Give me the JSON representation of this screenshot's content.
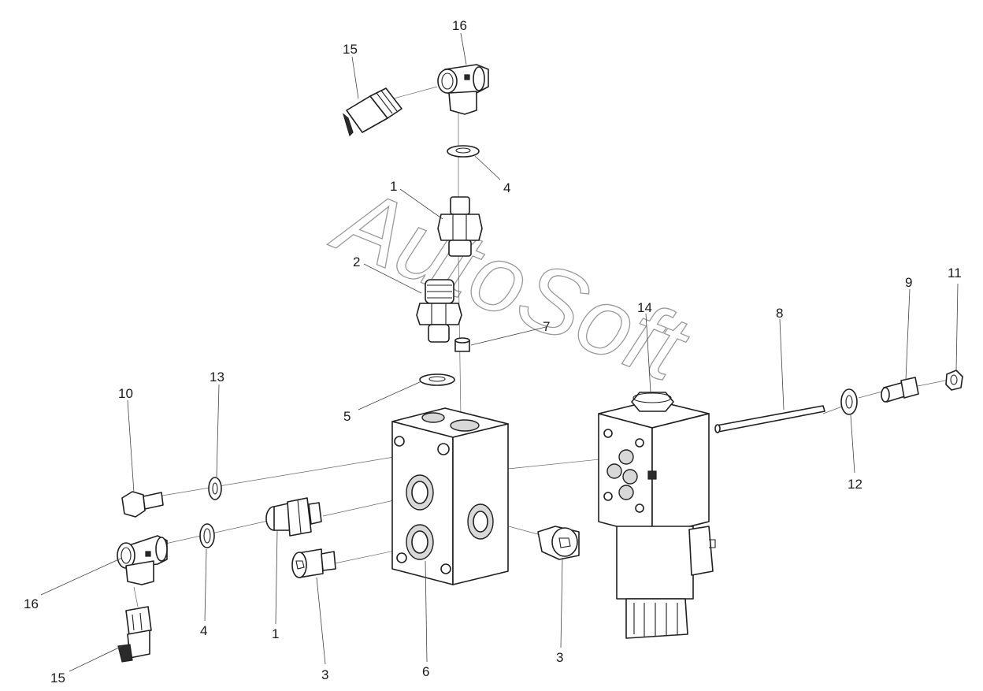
{
  "watermark": "AutoSoft",
  "labels": {
    "p16_top": "16",
    "p15_top": "15",
    "p4_top": "4",
    "p1_top": "1",
    "p2": "2",
    "p7": "7",
    "p14": "14",
    "p8": "8",
    "p9": "9",
    "p11": "11",
    "p10": "10",
    "p13": "13",
    "p5": "5",
    "p12": "12",
    "p16_bottom": "16",
    "p4_bottom": "4",
    "p1_bottom": "1",
    "p15_bottom": "15",
    "p3_left": "3",
    "p6": "6",
    "p3_right": "3"
  }
}
